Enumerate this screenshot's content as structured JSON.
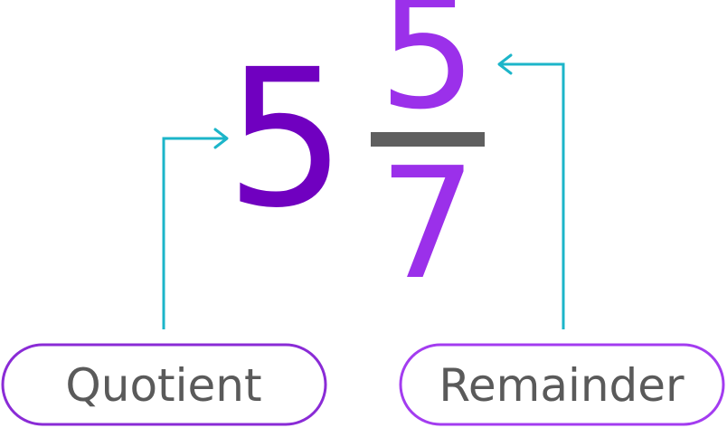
{
  "mixed_number": {
    "whole": "5",
    "numerator": "5",
    "denominator": "7"
  },
  "labels": {
    "quotient": "Quotient",
    "remainder": "Remainder"
  },
  "colors": {
    "whole": "#7000C0",
    "fraction": "#9B30EA",
    "fraction_bar": "#5F5F5F",
    "arrow": "#1CB5C9",
    "label_text": "#5A5A5A",
    "quotient_border": "#8A2BD6",
    "remainder_border": "#A33CF0"
  }
}
